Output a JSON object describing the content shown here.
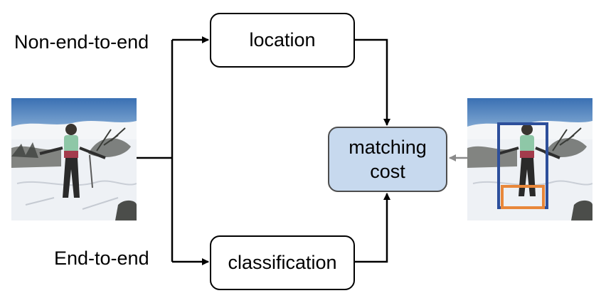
{
  "labels": {
    "non_end_to_end": "Non-end-to-end",
    "end_to_end": "End-to-end"
  },
  "nodes": {
    "location": "location",
    "classification": "classification",
    "matching_cost_line1": "matching",
    "matching_cost_line2": "cost"
  },
  "colors": {
    "sky": "#3f77b7",
    "snow": "#eef1f5",
    "matching_cost_fill": "#c7d9ee",
    "bbox_person": "#2d4f9b",
    "bbox_feet": "#e8873a",
    "gray_arrow": "#8a8a8a"
  },
  "icons": {
    "input_photo": "skier-snow-photo",
    "output_photo": "skier-snow-photo-with-boxes"
  }
}
